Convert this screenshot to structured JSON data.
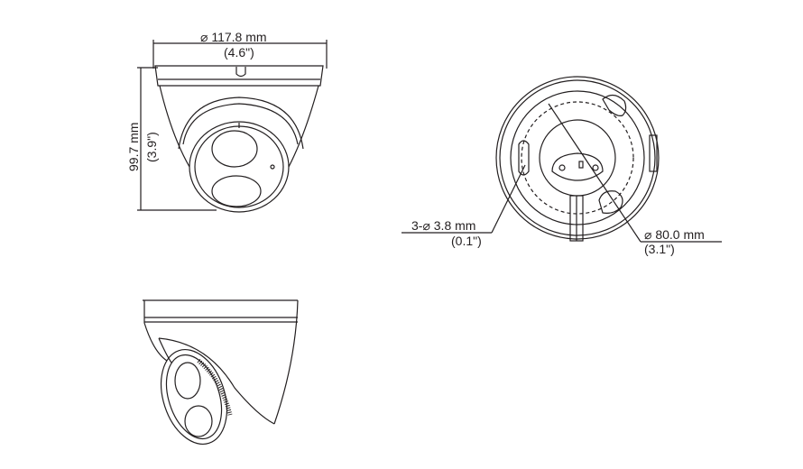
{
  "title": "Turret camera dimension drawing",
  "front_view": {
    "width_label": "⌀ 117.8 mm",
    "width_inch": "(4.6\")",
    "height_label": "99.7 mm",
    "height_inch": "(3.9\")"
  },
  "bottom_view": {
    "hole_label": "3-⌀ 3.8 mm",
    "hole_inch": "(0.1\")",
    "circle_label": "⌀ 80.0 mm",
    "circle_inch": "(3.1\")"
  },
  "colors": {
    "line": "#231f20",
    "background": "#ffffff"
  }
}
